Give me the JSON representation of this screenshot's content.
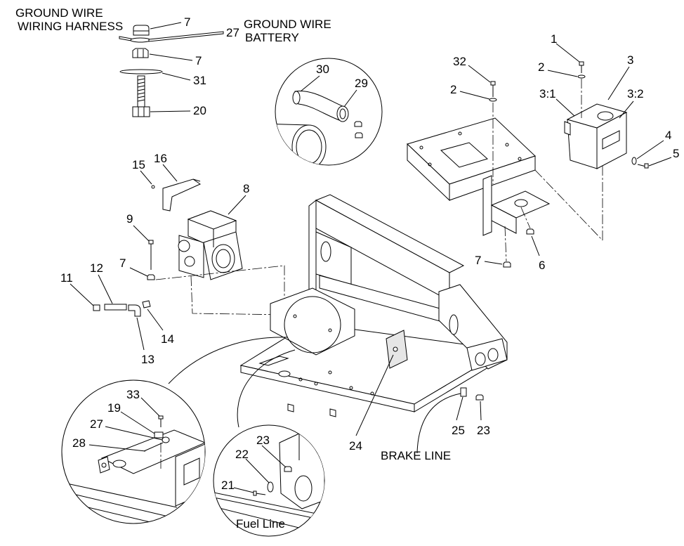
{
  "notes": {
    "ground_wire_harness": [
      "GROUND WIRE",
      "WIRING HARNESS"
    ],
    "ground_wire_battery": [
      "GROUND WIRE",
      "BATTERY"
    ],
    "brake_line": "BRAKE LINE",
    "fuel_line": "Fuel Line"
  },
  "callouts": [
    "7",
    "27",
    "7",
    "31",
    "20",
    "30",
    "29",
    "32",
    "2",
    "1",
    "2",
    "3",
    "3:1",
    "3:2",
    "4",
    "5",
    "15",
    "16",
    "8",
    "9",
    "7",
    "12",
    "11",
    "13",
    "14",
    "7",
    "6",
    "24",
    "25",
    "23",
    "33",
    "19",
    "27",
    "28",
    "23",
    "22",
    "21"
  ],
  "colors": {
    "line": "#000000",
    "background": "#ffffff",
    "shaded_part": "#e6e6e6"
  }
}
